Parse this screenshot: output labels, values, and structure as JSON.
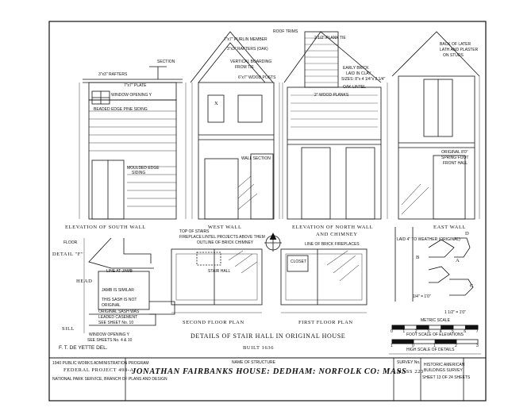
{
  "titles": {
    "elev_south": "ELEVATION OF SOUTH WALL",
    "west_wall": "WEST WALL",
    "elev_north_1": "ELEVATION OF NORTH WALL",
    "elev_north_2": "AND CHIMNEY",
    "east_wall": "EAST WALL",
    "second_floor": "SECOND FLOOR PLAN",
    "first_floor": "FIRST FLOOR PLAN",
    "details": "DETAILS OF STAIR HALL IN ORIGINAL HOUSE",
    "built": "BUILT 1636",
    "metric_scale": "METRIC SCALE",
    "foot_scale": "FOOT SCALE OF ELEVATIONS",
    "high_scale": "HIGH SCALE OF DETAILS",
    "section": "SECTION",
    "detail_f": "DETAIL \"F\"",
    "floor": "FLOOR",
    "head": "HEAD",
    "sill": "SILL"
  },
  "notes": {
    "line_at_jamb": "LINE AT JAMB",
    "jamb_similar": "JAMB IS SIMILAR",
    "sash_1": "THIS SASH IS NOT",
    "sash_2": "ORIGINAL",
    "sash_3": "ORIGINAL SASH WAS",
    "sash_4": "LEADED CASEMENT",
    "sash_5": "SEE SHEET No. 10",
    "window_opening": "WINDOW OPENING Y",
    "see_sheets": "SEE SHEETS No. 4 & 10",
    "delineator": "F. T. DE YETTE DEL.",
    "rafters": "3\"x3\" RAFTERS",
    "plate": "7\"x7\" PLATE",
    "window_opening_y": "WINDOW OPENING Y",
    "beaded_siding": "BEADED EDGE PINE SIDING",
    "moulded_siding_1": "MOULDED EDGE",
    "moulded_siding_2": "SIDING",
    "purlin": "7\"x7\" PURLIN MEMBER",
    "rafters_oak": "3\"x3\" RAFTERS (OAK)",
    "vertical_boarding_1": "VERTICAL BOARDING",
    "vertical_boarding_2": "FROM TIE",
    "wood_posts": "6\"x7\" WOOD POSTS",
    "roof_trims": "ROOF TRIMS",
    "plank_tie": "2 1/2\" PLANK TIE",
    "early_brick_1": "EARLY BRICK",
    "early_brick_2": "LAID IN CLAY",
    "early_brick_3": "SIZES: 8\"x 4 1/4\"x 2 1/4\"",
    "oak_lintel": "OAK LINTEL",
    "wood_planks": "2\" WOOD PLANKS",
    "back_plaster_1": "BACK OF LATER",
    "back_plaster_2": "LATH AND PLASTER",
    "back_plaster_3": "ON STUDS",
    "original_1": "ORIGINAL 8'0\"",
    "original_2": "SPRING FOOT",
    "original_3": "FRONT HALL",
    "wall_section": "WALL SECTION",
    "stair_hall": "STAIR HALL",
    "closet": "CLOSET",
    "fireplaces": "LINE OF BRICK FIREPLACES",
    "top_stairs": "TOP OF STAIRS",
    "lintel_1": "FIREPLACE LINTEL PROJECTS ABOVE THEM",
    "lintel_2": "OUTLINE OF BRICK CHIMNEY",
    "laid_weather": "LAID 4\" TO WEATHER (ORIGINAL)",
    "quarter_inch": "1/4\" = 1'0\"",
    "detail_scale": "1 1/2\" = 1'0\""
  },
  "scale": {
    "metric_ticks": [
      "0",
      "1",
      "2",
      "3",
      "4",
      "5",
      "6",
      "7"
    ],
    "foot_ticks": [
      "1",
      "0",
      "1",
      "2",
      "3"
    ]
  },
  "labels": {
    "a": "A",
    "b": "B",
    "c": "C",
    "d": "D",
    "x": "X"
  },
  "title_block": {
    "project_1": "1940 PUBLIC WORKS ADMINISTRATION PROGRAM",
    "project_2": "FEDERAL PROJECT 498-A",
    "project_3": "NATIONAL PARK SERVICE, BRANCH OF PLANS AND DESIGN",
    "name_label": "NAME OF STRUCTURE",
    "name": "JONATHAN FAIRBANKS HOUSE: DEDHAM: NORFOLK CO: MASS",
    "survey_label": "SURVEY No.",
    "survey_no": "MASS 223",
    "habs_1": "HISTORIC AMERICAN",
    "habs_2": "BUILDINGS SURVEY",
    "sheet": "SHEET 13 OF 24 SHEETS"
  }
}
